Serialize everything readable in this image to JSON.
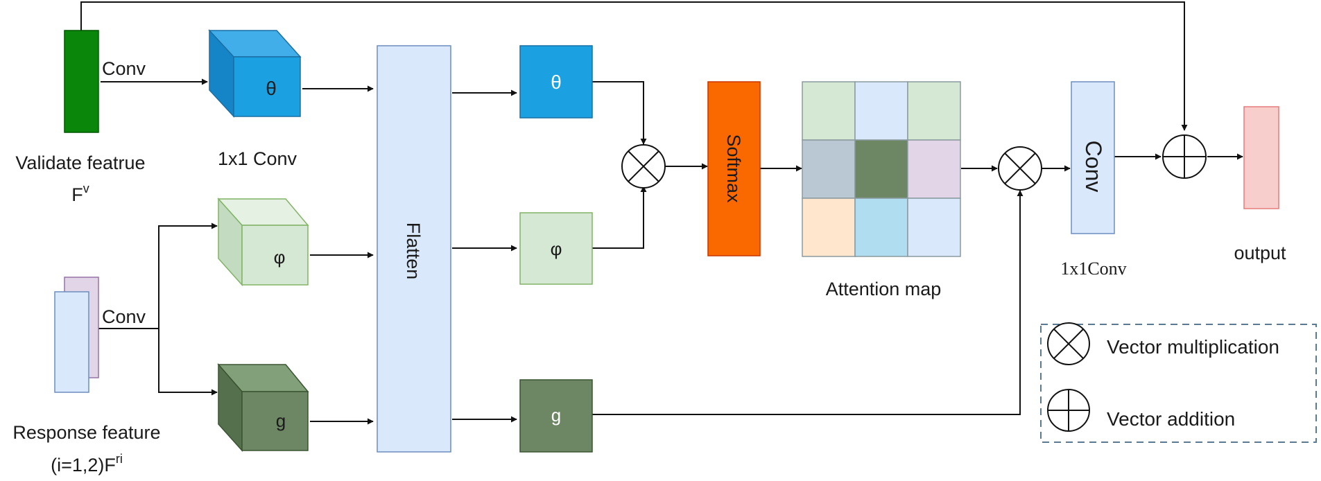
{
  "labels": {
    "validate_line1": "Validate featrue",
    "validate_base": "F",
    "validate_sup": "v",
    "conv_top": "Conv",
    "conv_bottom": "Conv",
    "conv_1x1_left": "1x1 Conv",
    "response_line1": "Response feature",
    "response_base": "(i=1,2)F",
    "response_sup": "ri",
    "flatten": "Flatten",
    "softmax": "Softmax",
    "attention_map": "Attention map",
    "conv_right": "Conv",
    "conv_1x1_right": "1x1Conv",
    "output": "output"
  },
  "blocks": {
    "theta_cube": "θ",
    "phi_cube": "φ",
    "g_cube": "g",
    "theta_square": "θ",
    "phi_square": "φ",
    "g_square": "g"
  },
  "legend": {
    "multiplication": "Vector multiplication",
    "addition": "Vector addition"
  },
  "colors": {
    "validate_bar": "#0a870a",
    "theta": "#1ba1e2",
    "phi": "#d5e8d4",
    "g": "#6d8764",
    "flatten_fill": "#dae8fc",
    "flatten_stroke": "#6c8ebf",
    "softmax": "#fa6800",
    "output_fill": "#f8cecc",
    "output_stroke": "#e57b7b",
    "attention_cells": [
      "#d5e8d4",
      "#dae8fc",
      "#d5e8d4",
      "#bac8d3",
      "#6d8764",
      "#e1d5e7",
      "#ffe6cc",
      "#b1ddf0",
      "#dae8fc"
    ]
  }
}
